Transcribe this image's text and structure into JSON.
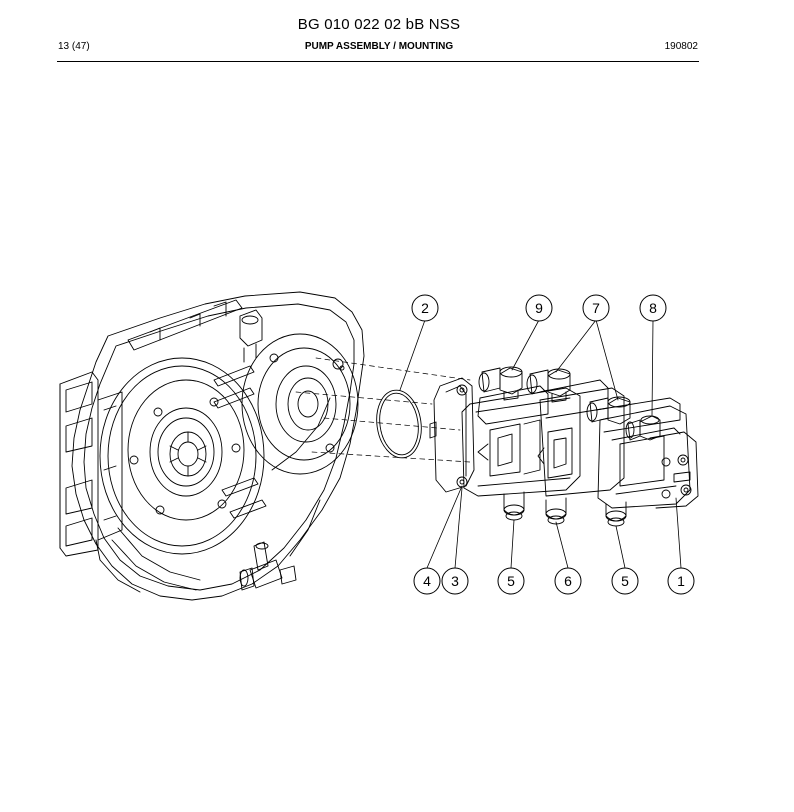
{
  "header": {
    "document_title": "BG 010 022 02 bB NSS",
    "page_ref": "13 (47)",
    "section_title": "PUMP ASSEMBLY / MOUNTING",
    "date_code": "190802"
  },
  "callouts": [
    "2",
    "9",
    "7",
    "8",
    "4",
    "3",
    "5",
    "6",
    "5",
    "1"
  ]
}
